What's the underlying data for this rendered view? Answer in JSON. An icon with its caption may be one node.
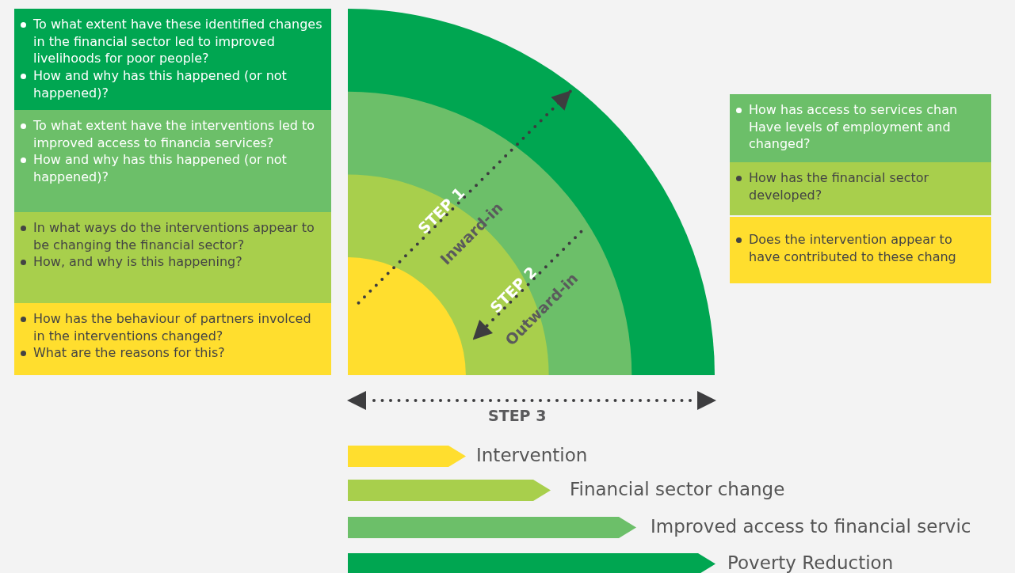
{
  "diagram": {
    "nodes": [
      {
        "text": [
          "To what extent have these identified changes in the financial sector led to improved livelihoods for poor people?",
          "How and why has this happened (or not happened)?"
        ]
      },
      {
        "text": [
          "To what extent have the interventions led to improved access to financia services?",
          "How and why has this happened (or not happened)?"
        ]
      },
      {
        "text": [
          "In what ways do the interventions appear to be changing the financial sector?",
          "How, and why is this happening?"
        ]
      },
      {
        "text": [
          "How has the behaviour of partners involced in the interventions changed?",
          "What are the reasons for this?"
        ]
      },
      {
        "text": [],
        "shape": "circle"
      },
      {
        "text": [],
        "shape": "circle",
        "in": 4
      },
      {
        "text": [],
        "shape": "circle",
        "in": 5
      },
      {
        "text": [],
        "shape": "circle",
        "in": 6
      },
      {
        "text": [
          "How has access to services chan Have levels of employment and changed?"
        ]
      },
      {
        "text": [
          "How has the financial sector developed?"
        ]
      },
      {
        "text": [
          "Does the intervention appear to have contributed to these chang"
        ]
      }
    ],
    "edges": [
      {
        "from": 7,
        "to": 4,
        "arrow": "to",
        "style": "dashed"
      },
      {
        "from": 5,
        "to": 7,
        "arrow": "to",
        "style": "dashed"
      }
    ],
    "labels": [
      "STEP 1",
      "Inward-in",
      "STEP 2",
      "Outward-in",
      "STEP 3"
    ],
    "legend": [
      {
        "text": "Intervention",
        "color": "#ffde2e"
      },
      {
        "text": "Financial sector change",
        "color": "#a8cf4c"
      },
      {
        "text": "Improved access to financial servic",
        "color": "#6cbf69"
      },
      {
        "text": "Poverty Reduction",
        "color": "#00a651"
      }
    ]
  }
}
